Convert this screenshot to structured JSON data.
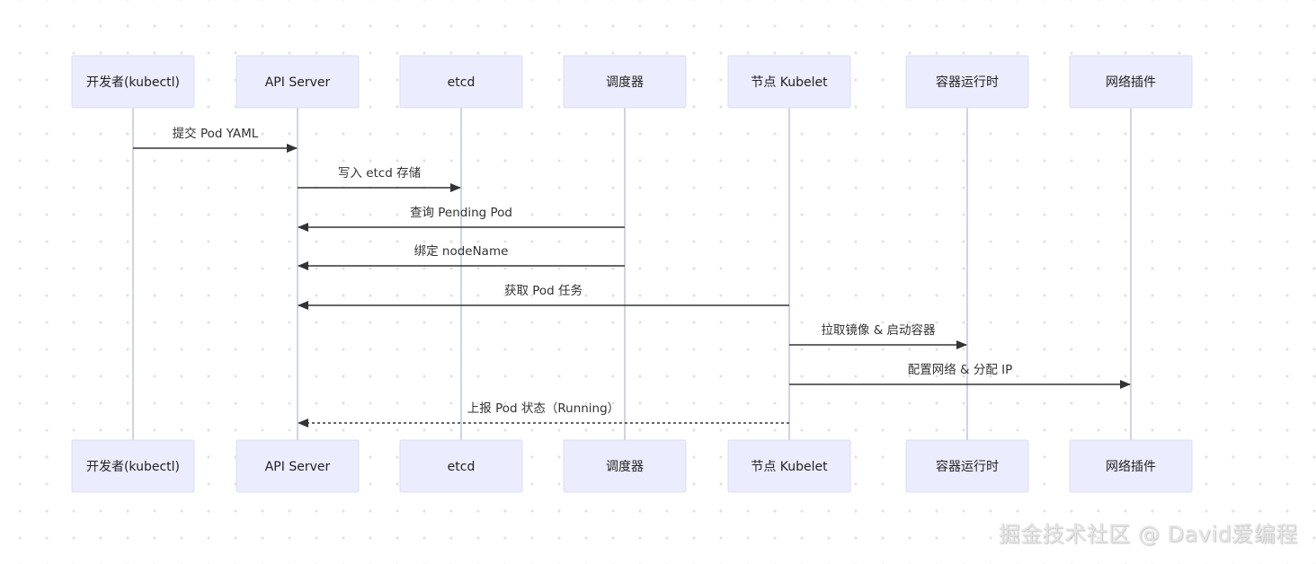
{
  "diagram": {
    "type": "sequence",
    "participants": [
      {
        "id": "dev",
        "label": "开发者(kubectl)"
      },
      {
        "id": "api",
        "label": "API Server"
      },
      {
        "id": "etcd",
        "label": "etcd"
      },
      {
        "id": "sched",
        "label": "调度器"
      },
      {
        "id": "kubelet",
        "label": "节点 Kubelet"
      },
      {
        "id": "runtime",
        "label": "容器运行时"
      },
      {
        "id": "cni",
        "label": "网络插件"
      }
    ],
    "messages": [
      {
        "from": "dev",
        "to": "api",
        "label": "提交 Pod YAML",
        "style": "solid"
      },
      {
        "from": "api",
        "to": "etcd",
        "label": "写入 etcd 存储",
        "style": "solid"
      },
      {
        "from": "sched",
        "to": "api",
        "label": "查询 Pending Pod",
        "style": "solid"
      },
      {
        "from": "sched",
        "to": "api",
        "label": "绑定 nodeName",
        "style": "solid"
      },
      {
        "from": "kubelet",
        "to": "api",
        "label": "获取 Pod 任务",
        "style": "solid"
      },
      {
        "from": "kubelet",
        "to": "runtime",
        "label": "拉取镜像 & 启动容器",
        "style": "solid"
      },
      {
        "from": "kubelet",
        "to": "cni",
        "label": "配置网络 & 分配 IP",
        "style": "solid"
      },
      {
        "from": "kubelet",
        "to": "api",
        "label": "上报 Pod 状态（Running）",
        "style": "dashed"
      }
    ]
  },
  "watermark": "掘金技术社区 @ David爱编程",
  "colors": {
    "actor_fill": "#ececff",
    "actor_border": "#dcdcf4",
    "lifeline": "#d2d2e6",
    "arrow": "#333333",
    "text": "#222222"
  }
}
